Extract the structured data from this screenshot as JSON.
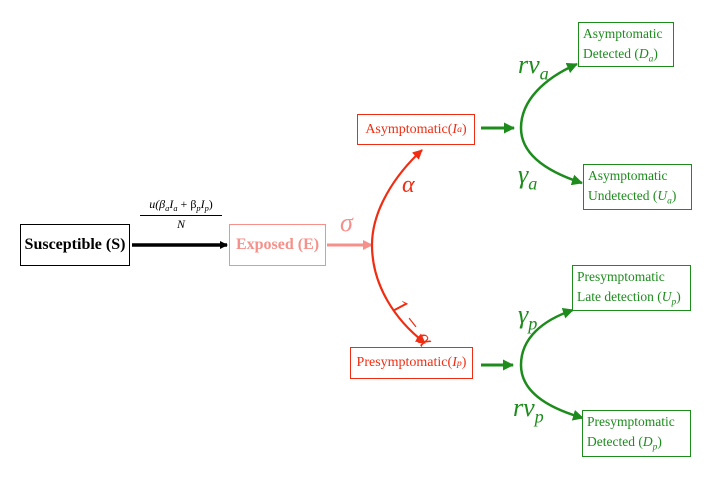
{
  "diagram": {
    "title": "",
    "colors": {
      "susceptible": "#000000",
      "exposed": "#f6908a",
      "infectious": "#f02d12",
      "outcomes": "#1d8c1d"
    },
    "nodes": {
      "susceptible": {
        "label": "Susceptible (S)"
      },
      "exposed": {
        "label": "Exposed (E)"
      },
      "asymptomatic": {
        "label": "Asymptomatic ",
        "symbol": "I",
        "sub": "a"
      },
      "presymptomatic": {
        "label": "Presymptomatic ",
        "symbol": "I",
        "sub": "p"
      },
      "asym_detected": {
        "line1": "Asymptomatic",
        "line2": "Detected ",
        "symbol": "D",
        "sub": "a"
      },
      "asym_undetected": {
        "line1": "Asymptomatic",
        "line2": "Undetected ",
        "symbol": "U",
        "sub": "a"
      },
      "presym_late": {
        "line1": "Presymptomatic",
        "line2": "Late detection ",
        "symbol": "U",
        "sub": "p"
      },
      "presym_detected": {
        "line1": "Presymptomatic",
        "line2": "Detected ",
        "symbol": "D",
        "sub": "p"
      }
    },
    "edges": {
      "infection_rate": {
        "numerator": "u(β",
        "num_a": "a",
        "num_mid": "I",
        "num_a2": "a",
        "num_plus": " + β",
        "num_p": "p",
        "num_Ip": "I",
        "num_p2": "p",
        "num_close": ")",
        "denominator": "N"
      },
      "incubation": {
        "symbol": "σ"
      },
      "to_asymptomatic": {
        "symbol": "α"
      },
      "to_presymptomatic": {
        "symbol": "1 − α"
      },
      "asym_detect": {
        "symbol": "rν",
        "sub": "a"
      },
      "asym_recover": {
        "symbol": "γ",
        "sub": "a"
      },
      "presym_late": {
        "symbol": "γ",
        "sub": "p"
      },
      "presym_detect": {
        "symbol": "rν",
        "sub": "p"
      }
    }
  }
}
